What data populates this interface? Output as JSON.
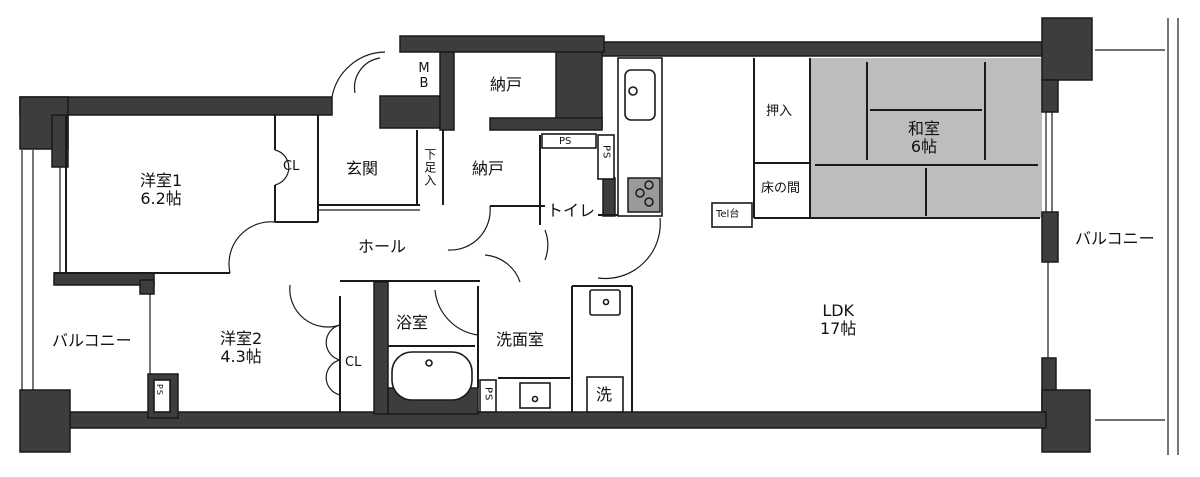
{
  "floor_plan": {
    "rooms": [
      {
        "id": "western-room-1",
        "name": "洋室1",
        "size": "6.2帖"
      },
      {
        "id": "western-room-2",
        "name": "洋室2",
        "size": "4.3帖"
      },
      {
        "id": "japanese-room",
        "name": "和室",
        "size": "6帖"
      },
      {
        "id": "ldk",
        "name": "LDK",
        "size": "17帖"
      },
      {
        "id": "entrance",
        "name": "玄関"
      },
      {
        "id": "hall",
        "name": "ホール"
      },
      {
        "id": "storage-upper",
        "name": "納戸"
      },
      {
        "id": "storage-lower",
        "name": "納戸"
      },
      {
        "id": "toilet",
        "name": "トイレ"
      },
      {
        "id": "bathroom",
        "name": "浴室"
      },
      {
        "id": "washroom",
        "name": "洗面室"
      }
    ],
    "fixtures": {
      "closet_1": "CL",
      "closet_2": "CL",
      "meter_box": "M B",
      "shoe_cabinet": "下足入",
      "oshiire": "押入",
      "tokonoma": "床の間",
      "tel_stand": "Tel台",
      "washer": "洗",
      "ps_labels": [
        "PS",
        "PS",
        "PS",
        "PS"
      ]
    },
    "balconies": {
      "left": "バルコニー",
      "right": "バルコニー"
    },
    "colors": {
      "wall": "#3d3d3d",
      "tatami": "#bdbdbd",
      "stove": "#9a9a9a",
      "background": "#ffffff"
    }
  }
}
